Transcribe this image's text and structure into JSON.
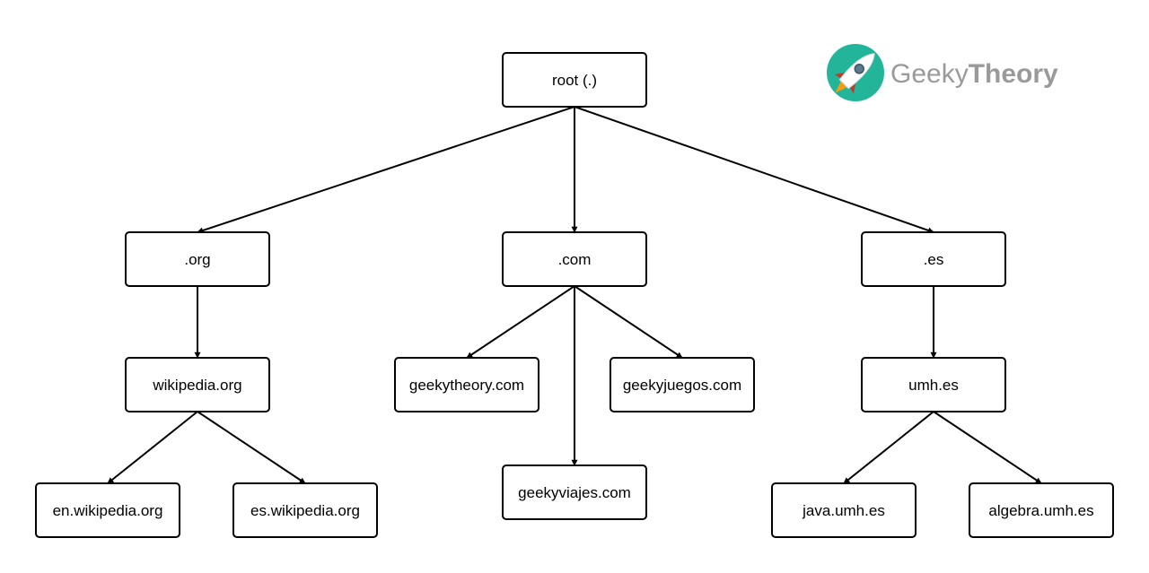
{
  "colors": {
    "box_stroke": "#000000",
    "edge": "#000000",
    "logo_circle": "#22b59a",
    "logo_text": "#9a9a9a",
    "rocket_body": "#ffffff",
    "rocket_fin": "#c0392b",
    "rocket_flame": "#f39c12",
    "rocket_window": "#5b7a8c"
  },
  "logo": {
    "icon": "rocket-icon",
    "text_light": "Geeky",
    "text_bold": "Theory"
  },
  "nodes": [
    {
      "id": "root",
      "label": "root (.)"
    },
    {
      "id": "org",
      "label": ".org"
    },
    {
      "id": "com",
      "label": ".com"
    },
    {
      "id": "es",
      "label": ".es"
    },
    {
      "id": "wikipedia",
      "label": "wikipedia.org"
    },
    {
      "id": "geekytheory",
      "label": "geekytheory.com"
    },
    {
      "id": "geekyjuegos",
      "label": "geekyjuegos.com"
    },
    {
      "id": "umh",
      "label": "umh.es"
    },
    {
      "id": "en_wikipedia",
      "label": "en.wikipedia.org"
    },
    {
      "id": "es_wikipedia",
      "label": "es.wikipedia.org"
    },
    {
      "id": "geekyviajes",
      "label": "geekyviajes.com"
    },
    {
      "id": "java_umh",
      "label": "java.umh.es"
    },
    {
      "id": "algebra_umh",
      "label": "algebra.umh.es"
    }
  ],
  "edges": [
    {
      "from": "root",
      "to": "org"
    },
    {
      "from": "root",
      "to": "com"
    },
    {
      "from": "root",
      "to": "es"
    },
    {
      "from": "org",
      "to": "wikipedia"
    },
    {
      "from": "wikipedia",
      "to": "en_wikipedia"
    },
    {
      "from": "wikipedia",
      "to": "es_wikipedia"
    },
    {
      "from": "com",
      "to": "geekytheory"
    },
    {
      "from": "com",
      "to": "geekyviajes"
    },
    {
      "from": "com",
      "to": "geekyjuegos"
    },
    {
      "from": "es",
      "to": "umh"
    },
    {
      "from": "umh",
      "to": "java_umh"
    },
    {
      "from": "umh",
      "to": "algebra_umh"
    }
  ]
}
